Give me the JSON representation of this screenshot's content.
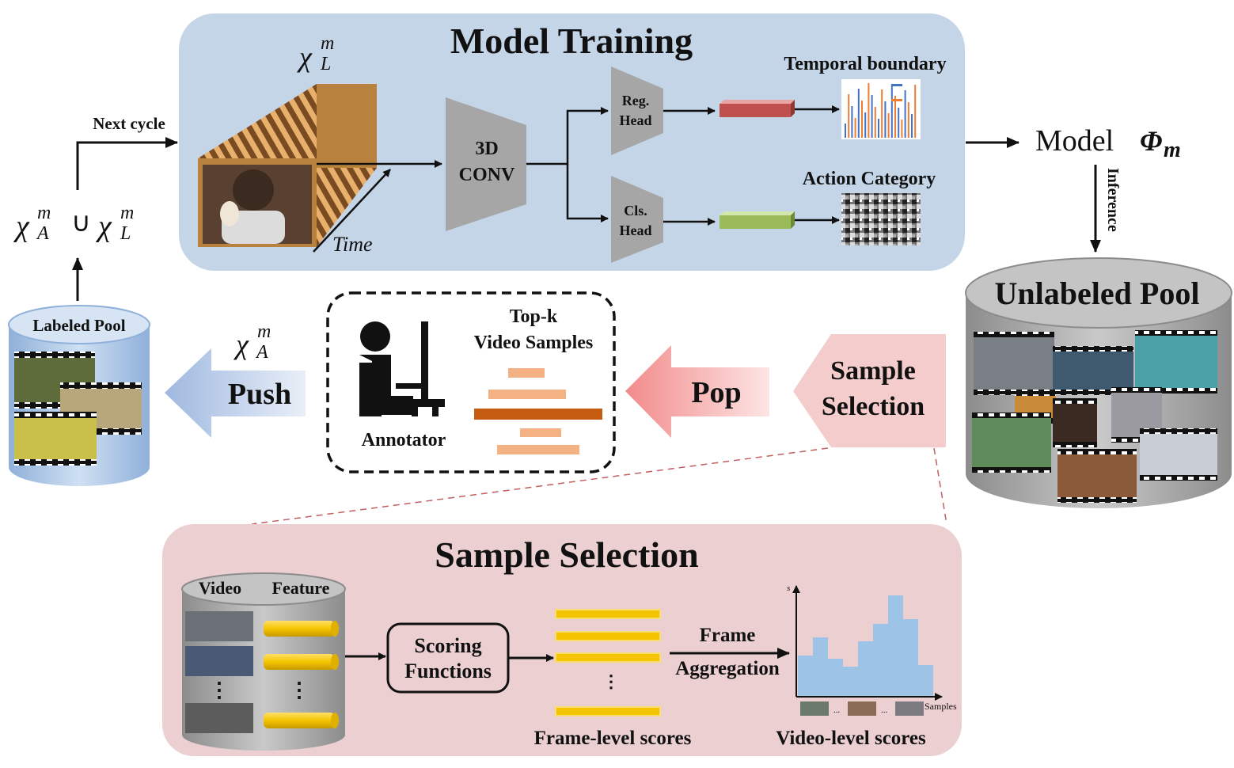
{
  "model_training": {
    "title": "Model Training",
    "labeled_set": "χ",
    "labeled_sup": "m",
    "labeled_sub": "L",
    "time_label": "Time",
    "conv_line1": "3D",
    "conv_line2": "CONV",
    "reg_head_line1": "Reg.",
    "reg_head_line2": "Head",
    "cls_head_line1": "Cls.",
    "cls_head_line2": "Head",
    "temporal_boundary": "Temporal boundary",
    "action_category": "Action Category"
  },
  "loop": {
    "next_cycle": "Next cycle",
    "union_a": "χ",
    "union_a_sup": "m",
    "union_a_sub": "A",
    "union_op": "∪",
    "union_l": "χ",
    "union_l_sup": "m",
    "union_l_sub": "L",
    "model_label": "Model",
    "model_symbol": "Φ",
    "model_sub": "m",
    "inference": "Inference"
  },
  "pools": {
    "labeled": "Labeled Pool",
    "unlabeled": "Unlabeled Pool"
  },
  "middle": {
    "push_set": "χ",
    "push_sup": "m",
    "push_sub": "A",
    "push": "Push",
    "annotator": "Annotator",
    "topk_line1": "Top-k",
    "topk_line2": "Video Samples",
    "pop": "Pop",
    "sample_sel_line1": "Sample",
    "sample_sel_line2": "Selection"
  },
  "sample_selection": {
    "title": "Sample Selection",
    "video": "Video",
    "feature": "Feature",
    "vdots": "⋮",
    "scoring_line1": "Scoring",
    "scoring_line2": "Functions",
    "frame_scores": "Frame-level scores",
    "aggregation_line1": "Frame",
    "aggregation_line2": "Aggregation",
    "video_scores": "Video-level scores",
    "axis_s": "s",
    "axis_samples": "Samples",
    "ellipsis": "..."
  },
  "colors": {
    "training_bg": "#c5d5e8",
    "selection_bg": "#eccfd1",
    "pop_arrow": "#f4a4a4",
    "push_arrow": "#b4c7e7",
    "reg_bar": "#c0504d",
    "cls_bar": "#9bbb59",
    "feature_bar": "#f5c400",
    "topk_bar_dark": "#c55a11",
    "topk_bar_light": "#f4b183",
    "hist_bar": "#9dc3e6"
  }
}
